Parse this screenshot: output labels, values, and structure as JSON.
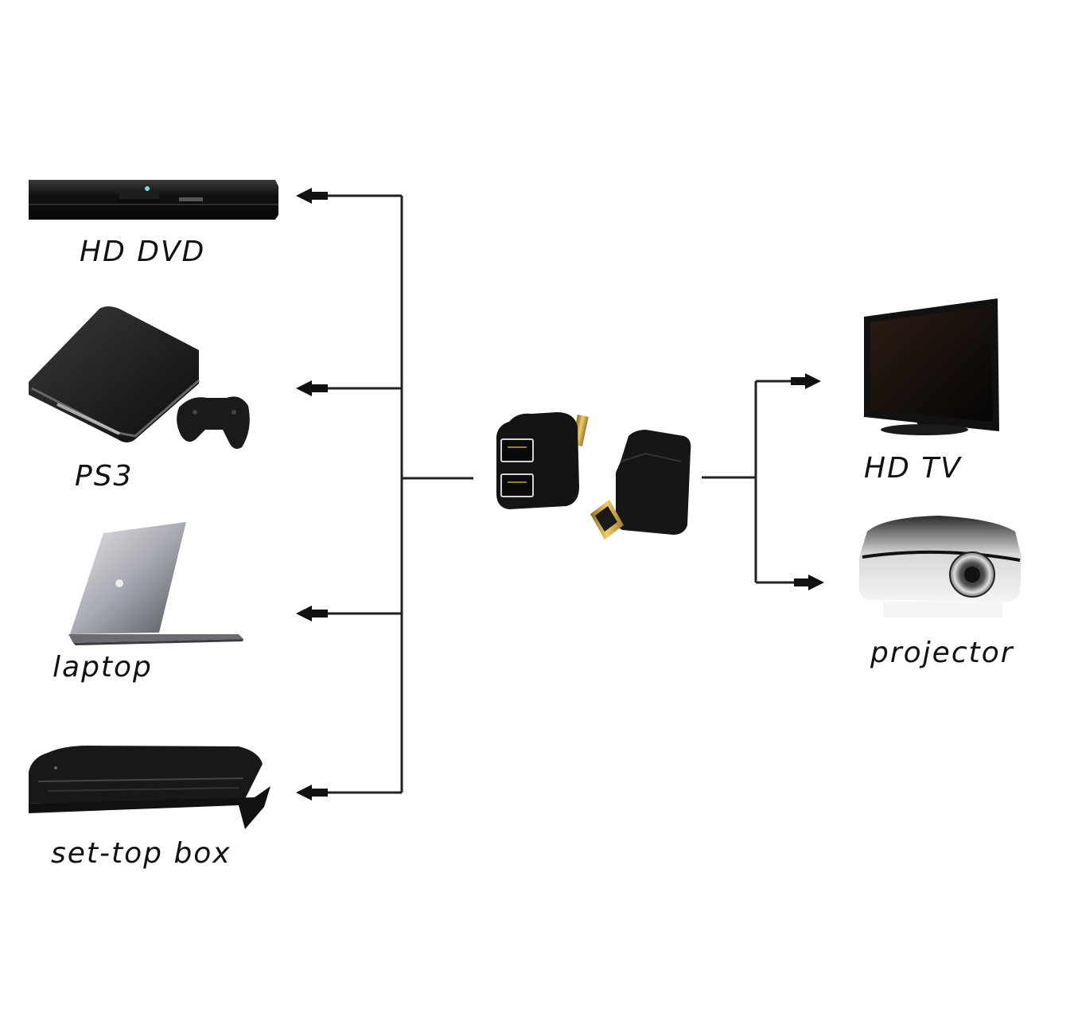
{
  "sources": [
    {
      "id": "hd-dvd",
      "label": "HD DVD",
      "icon": "hd-dvd-player-icon"
    },
    {
      "id": "ps3",
      "label": "PS3",
      "icon": "game-console-icon"
    },
    {
      "id": "laptop",
      "label": "laptop",
      "icon": "laptop-icon"
    },
    {
      "id": "set-top-box",
      "label": "set-top box",
      "icon": "set-top-box-icon"
    }
  ],
  "outputs": [
    {
      "id": "hd-tv",
      "label": "HD TV",
      "icon": "tv-icon"
    },
    {
      "id": "projector",
      "label": "projector",
      "icon": "projector-icon"
    }
  ],
  "center": {
    "icon": "hdmi-rj45-extender-icon"
  },
  "colors": {
    "line": "#222222",
    "device": "#141414",
    "gold": "#c8a040"
  }
}
